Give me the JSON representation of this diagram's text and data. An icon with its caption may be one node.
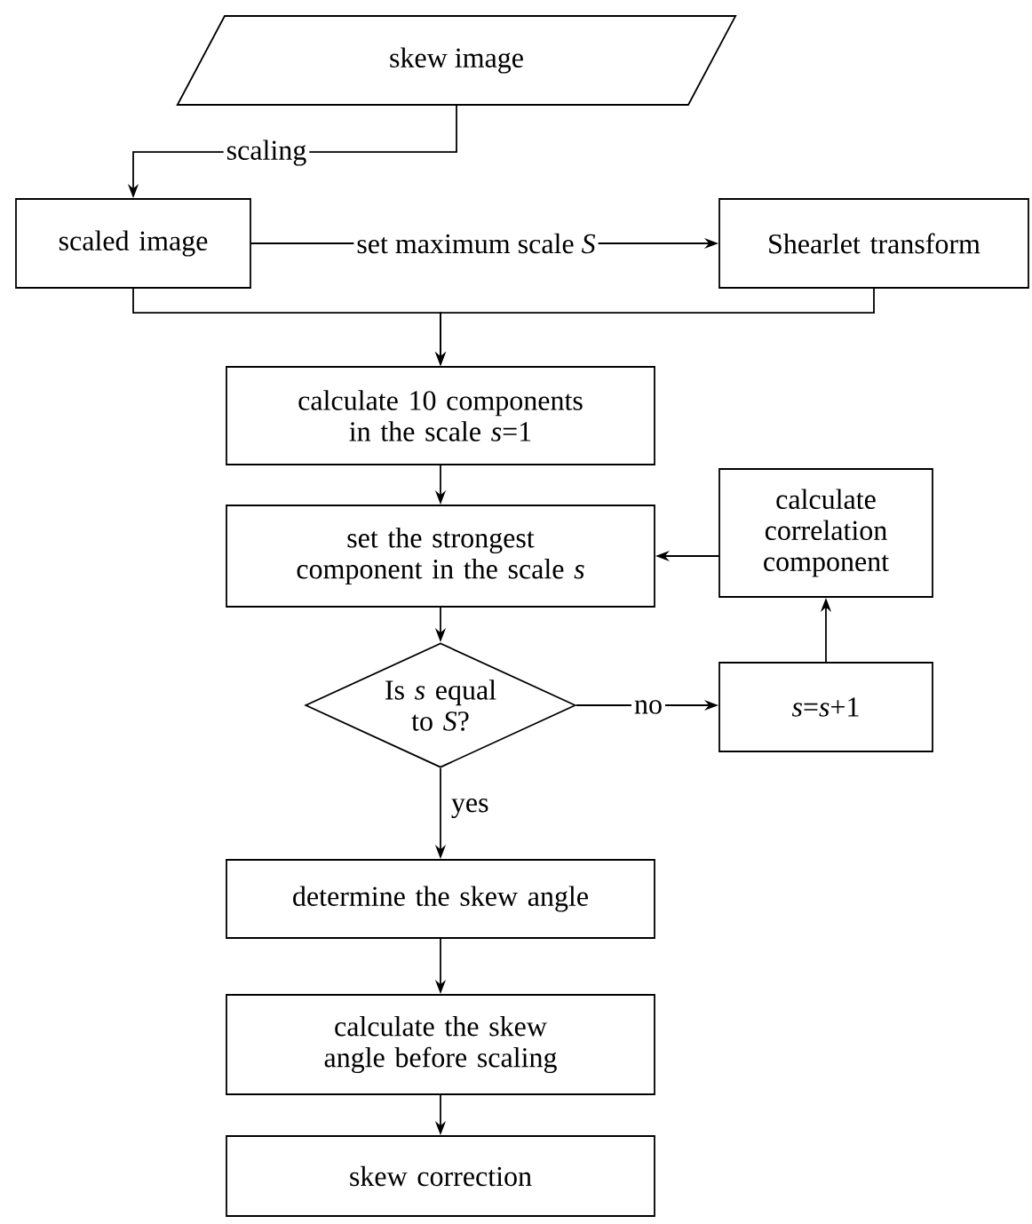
{
  "diagram": {
    "nodes": [
      {
        "text": [
          "skew image"
        ]
      },
      {
        "text": [
          "scaled image"
        ]
      },
      {
        "text": [
          "Shearlet transform"
        ]
      },
      {
        "text": [
          "calculate 10 components in the scale *s*=1"
        ]
      },
      {
        "text": [
          "set the strongest component in the scale *s*"
        ]
      },
      {
        "text": [
          "Is *s* equal to *S*?"
        ]
      },
      {
        "text": [
          "*s*=*s*+1"
        ]
      },
      {
        "text": [
          "calculate correlation component"
        ]
      },
      {
        "text": [
          "determine the skew angle"
        ]
      },
      {
        "text": [
          "calculate the skew angle before scaling"
        ]
      },
      {
        "text": [
          "skew correction"
        ]
      }
    ],
    "edges": [
      {
        "from": 0,
        "to": 1,
        "arrow": "to",
        "label": "scaling"
      },
      {
        "from": 1,
        "to": 2,
        "arrow": "to",
        "label": "set maximum scale *S*"
      },
      {
        "from": 1,
        "to": 3,
        "arrow": "to"
      },
      {
        "from": 2,
        "to": 3,
        "arrow": "to"
      },
      {
        "from": 3,
        "to": 4,
        "arrow": "to"
      },
      {
        "from": 4,
        "to": 5,
        "arrow": "to"
      },
      {
        "from": 5,
        "to": 6,
        "arrow": "to",
        "label": "no"
      },
      {
        "from": 6,
        "to": 7,
        "arrow": "to"
      },
      {
        "from": 7,
        "to": 4,
        "arrow": "to"
      },
      {
        "from": 5,
        "to": 8,
        "arrow": "to",
        "label": "yes"
      },
      {
        "from": 8,
        "to": 9,
        "arrow": "to"
      },
      {
        "from": 9,
        "to": 10,
        "arrow": "to"
      }
    ]
  }
}
